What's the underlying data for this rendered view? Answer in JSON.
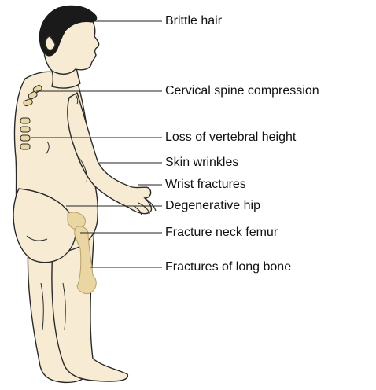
{
  "colors": {
    "skin": "#f7ebd4",
    "outline": "#2a2a2a",
    "hair": "#1a1a1a",
    "bone": "#e9d6a3",
    "bone_outline": "#b8a06a",
    "leader": "#222222",
    "text": "#111111"
  },
  "labels": [
    {
      "text": "Brittle hair"
    },
    {
      "text": "Cervical spine compression"
    },
    {
      "text": "Loss of vertebral height"
    },
    {
      "text": "Skin wrinkles"
    },
    {
      "text": "Wrist fractures"
    },
    {
      "text": "Degenerative hip"
    },
    {
      "text": "Fracture neck femur"
    },
    {
      "text": "Fractures of long bone"
    }
  ]
}
